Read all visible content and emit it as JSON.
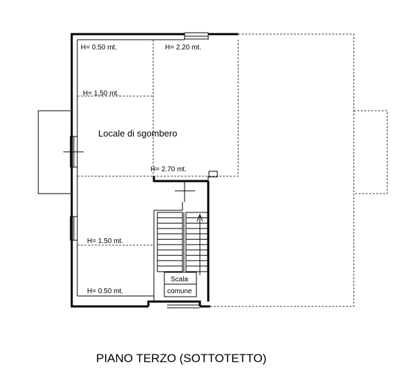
{
  "heights": {
    "h_top_left": "H= 0.50 mt.",
    "h_top_mid": "H= 2.20 mt.",
    "h_upper_left": "H= 1.50 mt.",
    "h_center": "H= 2.70 mt.",
    "h_lower_left": "H= 1.50 mt.",
    "h_bottom_left": "H= 0.50 mt."
  },
  "rooms": {
    "storage": "Locale di sgombero",
    "stair_line1": "Scala",
    "stair_line2": "comune"
  },
  "title": "PIANO TERZO (SOTTOTETTO)"
}
